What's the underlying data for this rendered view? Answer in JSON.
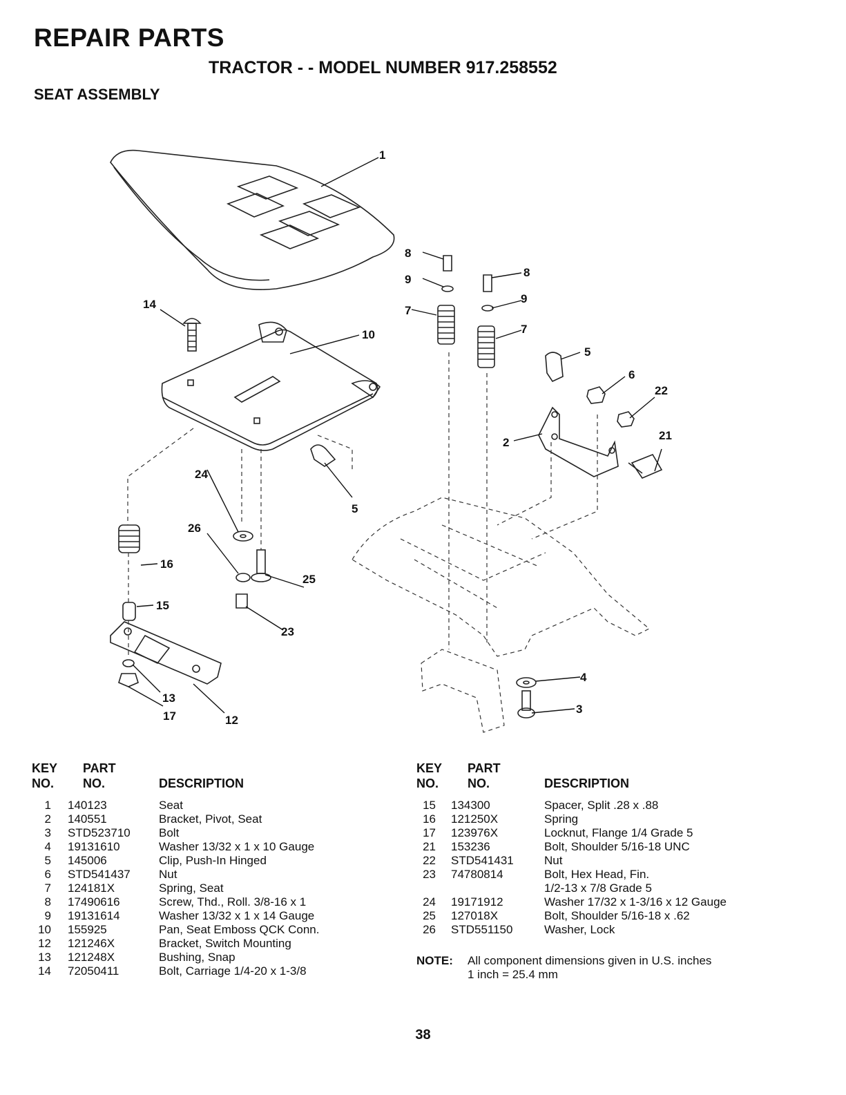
{
  "header": {
    "title": "REPAIR PARTS",
    "subtitle": "TRACTOR - - MODEL NUMBER 917.258552",
    "section": "SEAT ASSEMBLY"
  },
  "diagram_labels": [
    "1",
    "14",
    "10",
    "8",
    "9",
    "7",
    "8",
    "9",
    "7",
    "5",
    "6",
    "22",
    "21",
    "2",
    "5",
    "24",
    "26",
    "25",
    "16",
    "15",
    "23",
    "13",
    "17",
    "12",
    "4",
    "3"
  ],
  "table_headers": {
    "key_line1": "KEY",
    "key_line2": "NO.",
    "part_line1": "PART",
    "part_line2": "NO.",
    "description": "DESCRIPTION"
  },
  "left_parts": [
    {
      "key": "1",
      "part": "140123",
      "desc": "Seat"
    },
    {
      "key": "2",
      "part": "140551",
      "desc": "Bracket, Pivot, Seat"
    },
    {
      "key": "3",
      "part": "STD523710",
      "desc": "Bolt"
    },
    {
      "key": "4",
      "part": "19131610",
      "desc": "Washer  13/32 x 1 x 10 Gauge"
    },
    {
      "key": "5",
      "part": "145006",
      "desc": "Clip, Push-In  Hinged"
    },
    {
      "key": "6",
      "part": "STD541437",
      "desc": "Nut"
    },
    {
      "key": "7",
      "part": "124181X",
      "desc": "Spring, Seat"
    },
    {
      "key": "8",
      "part": "17490616",
      "desc": "Screw, Thd., Roll.  3/8-16 x 1"
    },
    {
      "key": "9",
      "part": "19131614",
      "desc": "Washer  13/32 x 1 x 14 Gauge"
    },
    {
      "key": "10",
      "part": "155925",
      "desc": "Pan, Seat Emboss QCK Conn."
    },
    {
      "key": "12",
      "part": "121246X",
      "desc": "Bracket, Switch Mounting"
    },
    {
      "key": "13",
      "part": "121248X",
      "desc": "Bushing, Snap"
    },
    {
      "key": "14",
      "part": "72050411",
      "desc": "Bolt, Carriage  1/4-20 x 1-3/8"
    }
  ],
  "right_parts": [
    {
      "key": "15",
      "part": "134300",
      "desc": "Spacer, Split  .28 x  .88"
    },
    {
      "key": "16",
      "part": "121250X",
      "desc": "Spring"
    },
    {
      "key": "17",
      "part": "123976X",
      "desc": "Locknut, Flange  1/4 Grade 5"
    },
    {
      "key": "21",
      "part": "153236",
      "desc": "Bolt, Shoulder  5/16-18 UNC"
    },
    {
      "key": "22",
      "part": "STD541431",
      "desc": "Nut"
    },
    {
      "key": "23",
      "part": "74780814",
      "desc": "Bolt, Hex Head, Fin."
    },
    {
      "key": "",
      "part": "",
      "desc": "1/2-13 x 7/8 Grade 5"
    },
    {
      "key": "24",
      "part": "19171912",
      "desc": "Washer  17/32 x 1-3/16 x 12 Gauge"
    },
    {
      "key": "25",
      "part": "127018X",
      "desc": "Bolt, Shoulder  5/16-18 x .62"
    },
    {
      "key": "26",
      "part": "STD551150",
      "desc": "Washer, Lock"
    }
  ],
  "note": {
    "label": "NOTE:",
    "line1": "All component dimensions given in U.S. inches",
    "line2": "1 inch = 25.4 mm"
  },
  "page_number": "38"
}
